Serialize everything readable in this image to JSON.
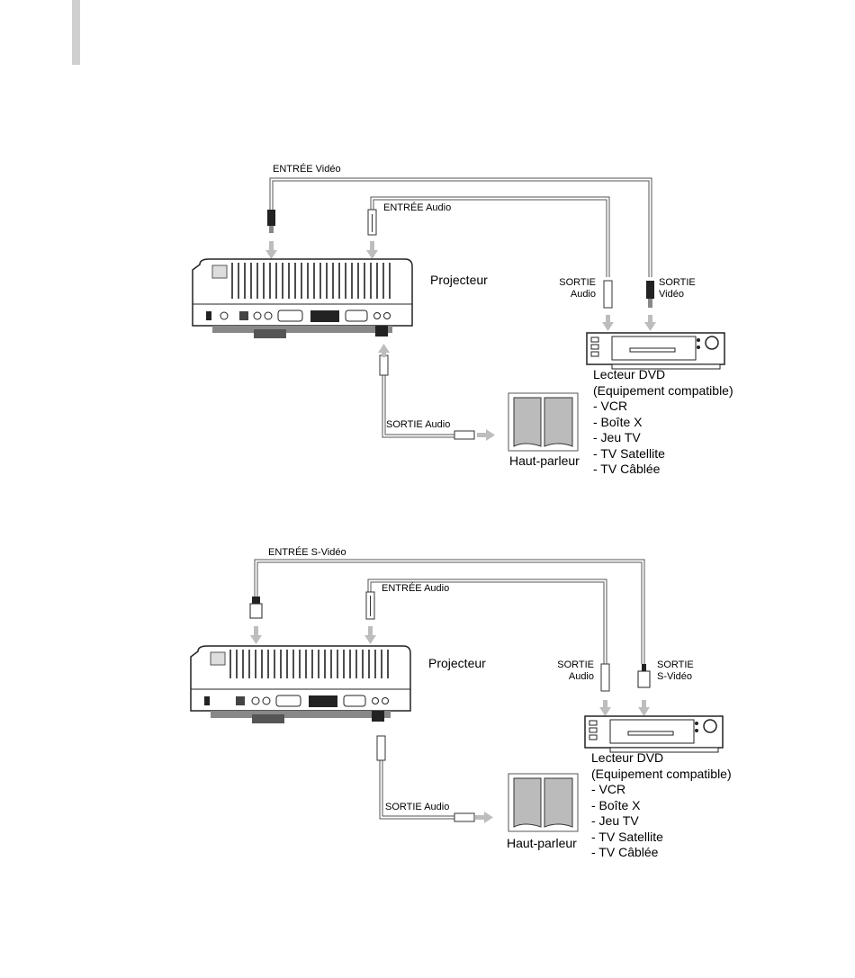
{
  "page_marker_color": "#cfcfcf",
  "diagrams": [
    {
      "input_video_label": "ENTRÉE Vidéo",
      "input_audio_label": "ENTRÉE Audio",
      "projector_label": "Projecteur",
      "out_audio_label_1": "SORTIE",
      "out_audio_label_2": "Audio",
      "out_video_label_1": "SORTIE",
      "out_video_label_2": "Vidéo",
      "speaker_out_label": "SORTIE Audio",
      "speaker_label": "Haut-parleur",
      "source_title": "Lecteur DVD",
      "source_subtitle": "(Equipement compatible)",
      "sources": [
        "- VCR",
        "- Boîte X",
        "- Jeu TV",
        "- TV Satellite",
        "- TV Câblée"
      ]
    },
    {
      "input_video_label": "ENTRÉE S-Vidéo",
      "input_audio_label": "ENTRÉE Audio",
      "projector_label": "Projecteur",
      "out_audio_label_1": "SORTIE",
      "out_audio_label_2": "Audio",
      "out_video_label_1": "SORTIE",
      "out_video_label_2": "S-Vidéo",
      "speaker_out_label": "SORTIE Audio",
      "speaker_label": "Haut-parleur",
      "source_title": "Lecteur DVD",
      "source_subtitle": "(Equipement compatible)",
      "sources": [
        "- VCR",
        "- Boîte X",
        "- Jeu TV",
        "- TV Satellite",
        "- TV Câblée"
      ]
    }
  ]
}
